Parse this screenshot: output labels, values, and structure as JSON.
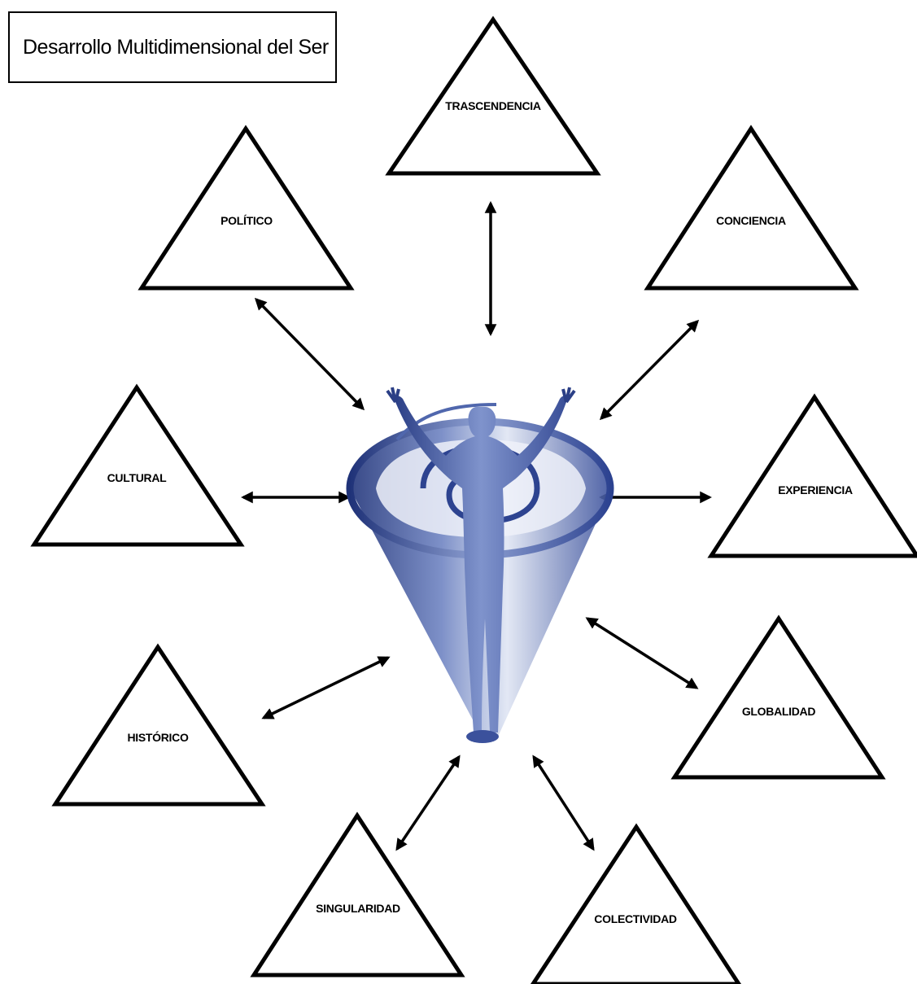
{
  "title": "Desarrollo Multidimensional del Ser",
  "center_figure": {
    "icon": "human-figure-spiral-cone-icon",
    "colors": {
      "main": "#4a62a8",
      "light": "#c4cde6",
      "dark": "#22357a"
    }
  },
  "dimensions": [
    {
      "id": "trascendencia",
      "label": "TRASCENDENCIA"
    },
    {
      "id": "politico",
      "label": "POLÍTICO"
    },
    {
      "id": "conciencia",
      "label": "CONCIENCIA"
    },
    {
      "id": "cultural",
      "label": "CULTURAL"
    },
    {
      "id": "experiencia",
      "label": "EXPERIENCIA"
    },
    {
      "id": "historico",
      "label": "HISTÓRICO"
    },
    {
      "id": "globalidad",
      "label": "GLOBALIDAD"
    },
    {
      "id": "singularidad",
      "label": "SINGULARIDAD"
    },
    {
      "id": "colectividad",
      "label": "COLECTIVIDAD"
    }
  ]
}
